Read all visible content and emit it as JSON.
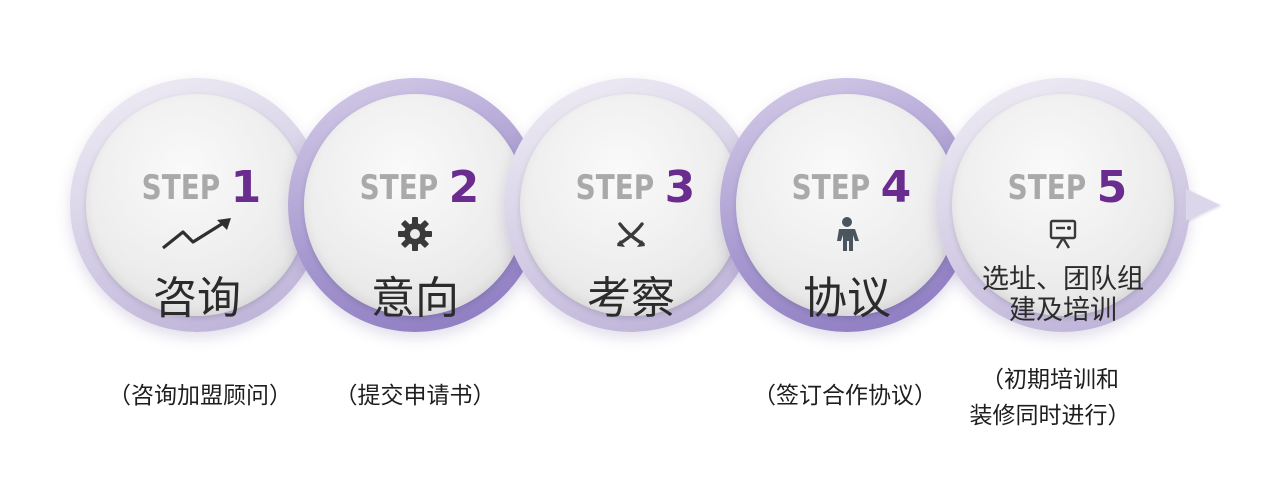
{
  "steps": [
    {
      "step_word": "STEP",
      "number": "1",
      "title": "咨询",
      "icon": "trend-arrow-icon",
      "note": "（咨询加盟顾问）"
    },
    {
      "step_word": "STEP",
      "number": "2",
      "title": "意向",
      "icon": "gear-icon",
      "note": "（提交申请书）"
    },
    {
      "step_word": "STEP",
      "number": "3",
      "title": "考察",
      "icon": "crossed-arrows-icon",
      "note": ""
    },
    {
      "step_word": "STEP",
      "number": "4",
      "title": "协议",
      "icon": "person-icon",
      "note": "（签订合作协议）"
    },
    {
      "step_word": "STEP",
      "number": "5",
      "title": "选址、团队组\n建及培训",
      "icon": "presentation-board-icon",
      "note": "（初期培训和\n装修同时进行）"
    }
  ],
  "colors": {
    "step_word": "#a9a9a9",
    "step_number": "#6a2d8f",
    "title": "#2b2b2b",
    "ring_light": "#d9d3e8",
    "ring_dark": "#a597cf",
    "icon": "#3a3a3a"
  }
}
